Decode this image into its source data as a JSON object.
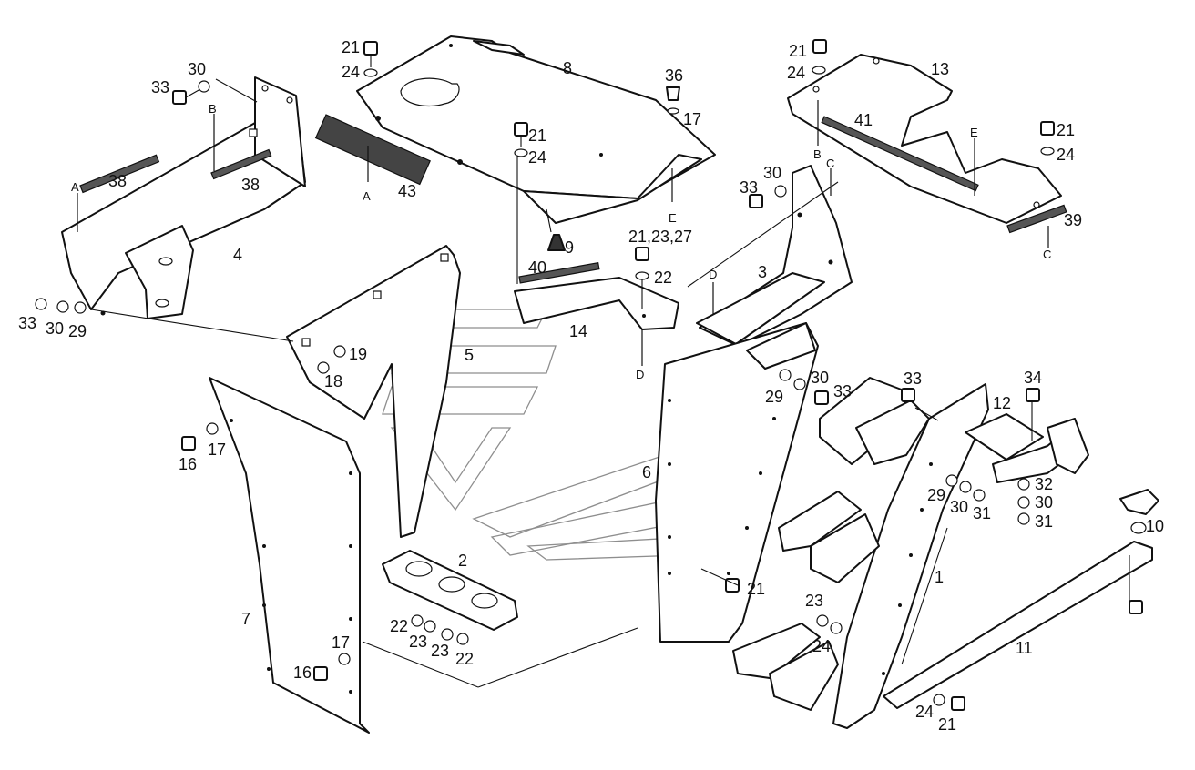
{
  "part_numbers": [
    "1",
    "2",
    "3",
    "4",
    "5",
    "6",
    "7",
    "8",
    "9",
    "10",
    "11",
    "12",
    "13",
    "14",
    "16",
    "17",
    "18",
    "19",
    "21",
    "22",
    "23",
    "24",
    "29",
    "30",
    "31",
    "32",
    "33",
    "34",
    "36",
    "38",
    "39",
    "40",
    "41",
    "43"
  ],
  "labels": {
    "l33a": "33",
    "l30a": "30",
    "l38a": "38",
    "l38b": "38",
    "l4": "4",
    "l33b": "33",
    "l30b": "30",
    "l29a": "29",
    "l21a": "21",
    "l24a": "24",
    "l8": "8",
    "l43": "43",
    "l36": "36",
    "l17a": "17",
    "l21b": "21",
    "l24b": "24",
    "l9": "9",
    "l21c": "21,23,27",
    "l22a": "22",
    "l40": "40",
    "l14": "14",
    "l21d": "21",
    "l24c": "24",
    "l13": "13",
    "l41": "41",
    "l21e": "21",
    "l24d": "24",
    "l39": "39",
    "l33c": "33",
    "l30c": "30",
    "l3": "3",
    "l5": "5",
    "l19": "19",
    "l18": "18",
    "l16a": "16",
    "l17b": "17",
    "l7": "7",
    "l2": "2",
    "l22b": "22",
    "l23a": "23",
    "l23b": "23",
    "l22c": "22",
    "l17c": "17",
    "l16b": "16",
    "l6": "6",
    "l29b": "29",
    "l30d": "30",
    "l33d": "33",
    "l21f": "21",
    "l33e": "33",
    "l34": "34",
    "l12": "12",
    "l29c": "29",
    "l30e": "30",
    "l31a": "31",
    "l32": "32",
    "l30f": "30",
    "l31b": "31",
    "l10": "10",
    "l1": "1",
    "l11": "11",
    "l23c": "23",
    "l24e": "24",
    "l24f": "24",
    "l21g": "21"
  },
  "refs": {
    "rA1": "A",
    "rB1": "B",
    "rA2": "A",
    "rE1": "E",
    "rB2": "B",
    "rE2": "E",
    "rC1": "C",
    "rC2": "C",
    "rD1": "D",
    "rD2": "D"
  }
}
